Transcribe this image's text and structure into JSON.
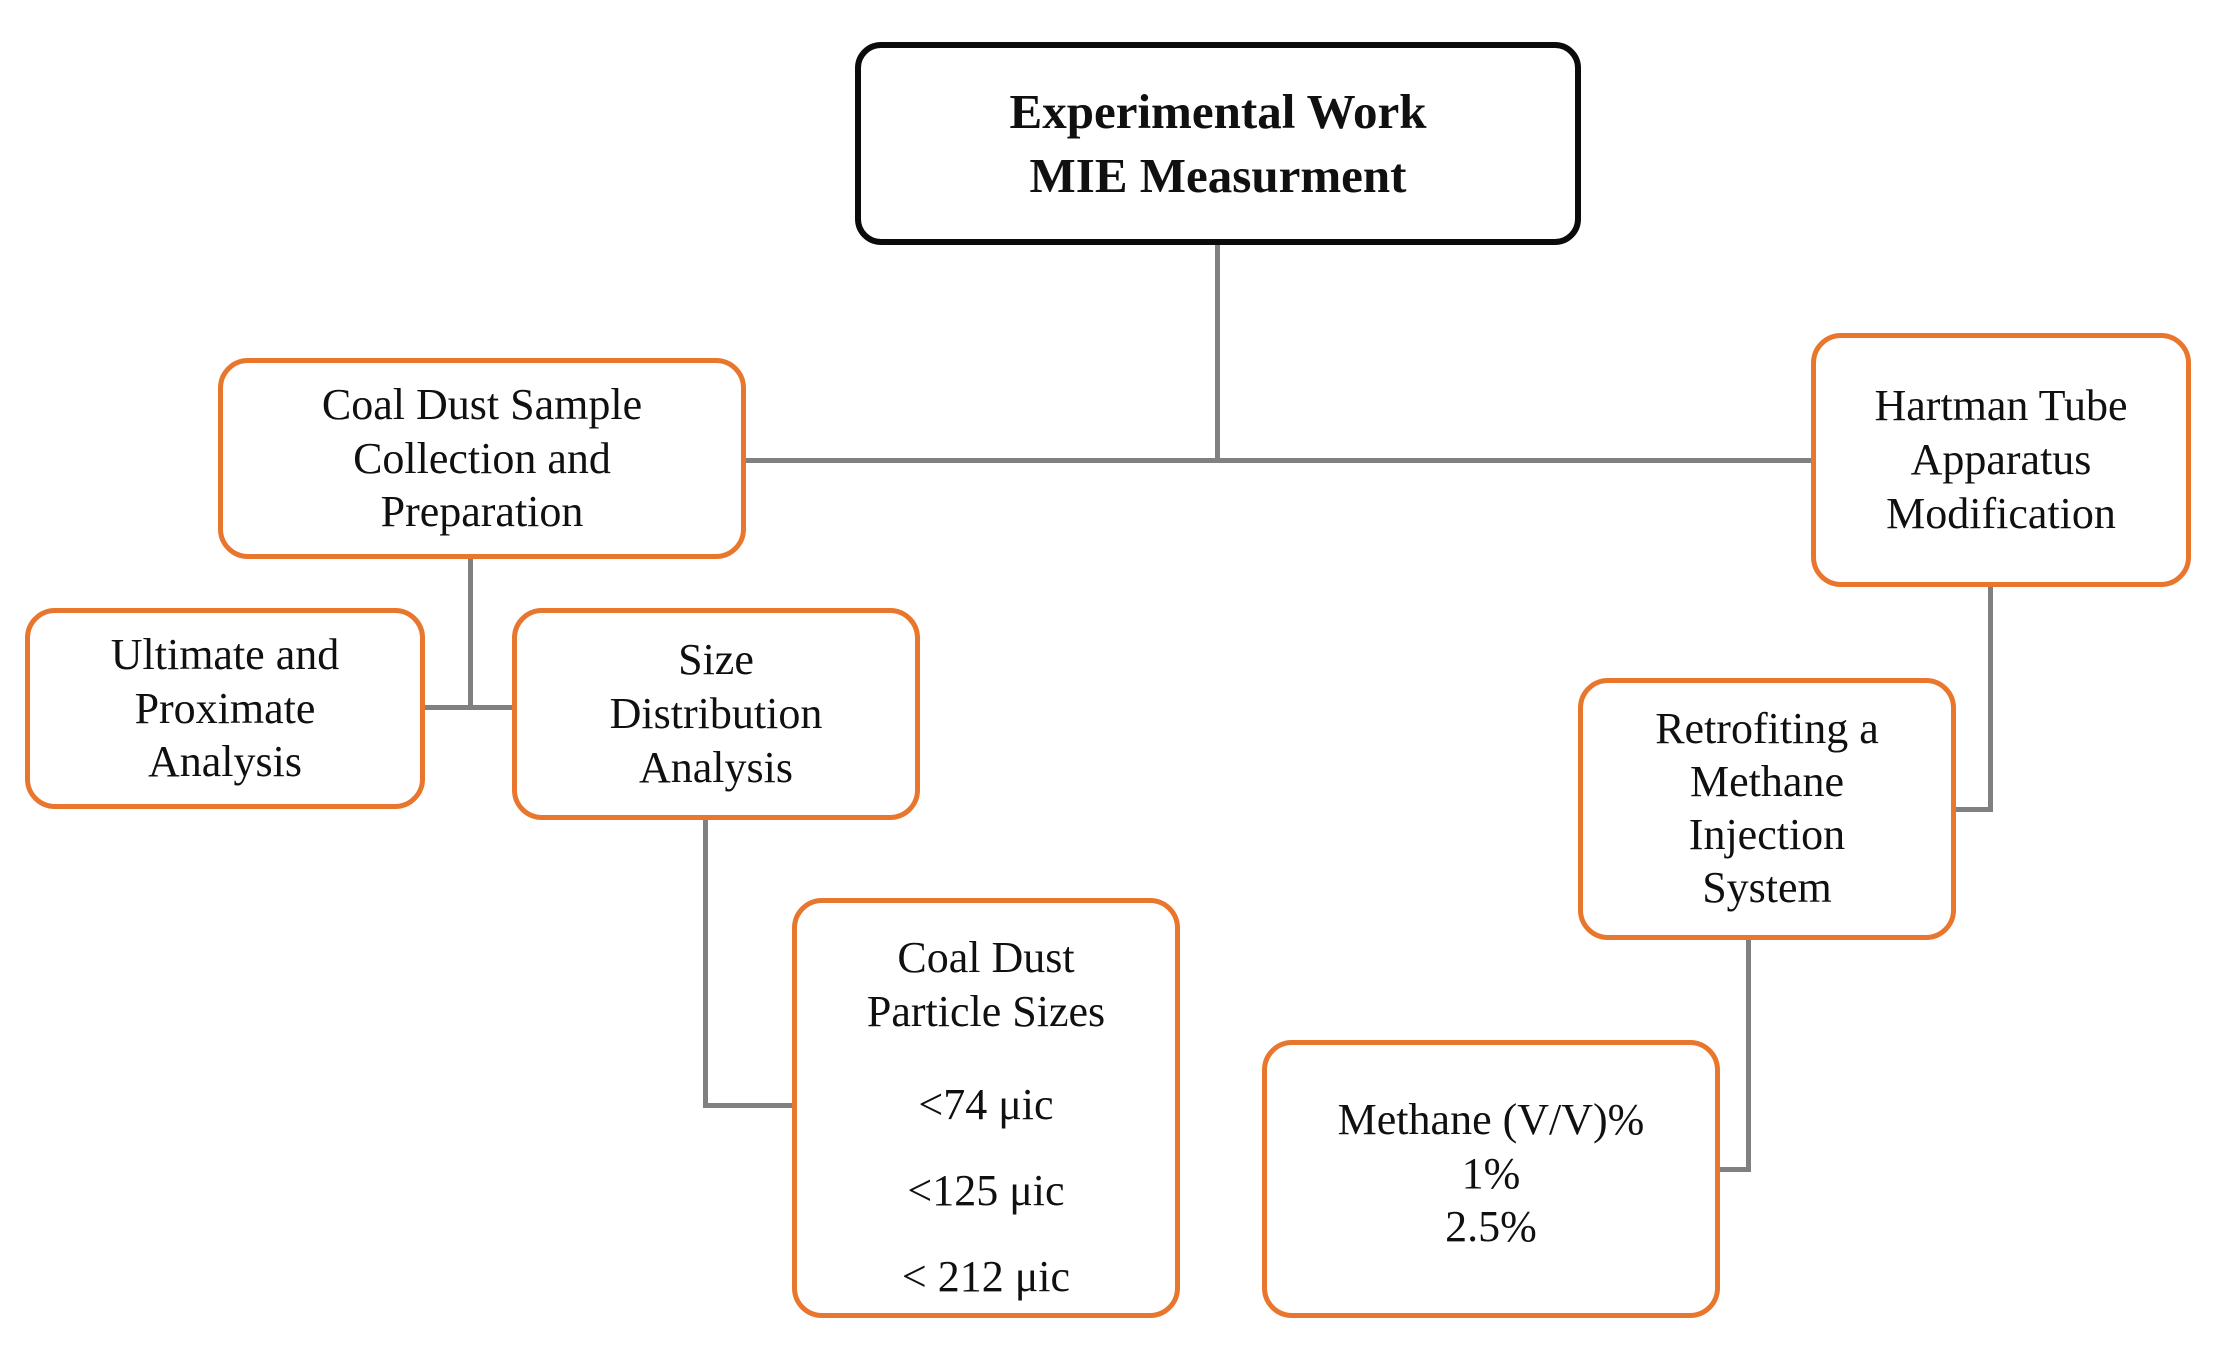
{
  "diagram": {
    "title": "Experimental Work MIE Measurment flowchart",
    "colors": {
      "root_border": "#0b0b0b",
      "node_border": "#E8762C",
      "connector": "#808080",
      "text": "#101010",
      "background": "#ffffff"
    }
  },
  "nodes": {
    "root": {
      "line1": "Experimental Work",
      "line2": "MIE Measurment"
    },
    "coal_dust_sample": {
      "line1": "Coal Dust Sample",
      "line2": "Collection and",
      "line3": "Preparation"
    },
    "hartman_tube": {
      "line1": "Hartman Tube",
      "line2": "Apparatus",
      "line3": "Modification"
    },
    "ultimate_proximate": {
      "line1": "Ultimate and",
      "line2": "Proximate",
      "line3": "Analysis"
    },
    "size_distribution": {
      "line1": "Size",
      "line2": "Distribution",
      "line3": "Analysis"
    },
    "retrofitting_methane": {
      "line1": "Retrofiting a",
      "line2": "Methane",
      "line3": "Injection",
      "line4": "System"
    },
    "particle_sizes": {
      "line1": "Coal Dust",
      "line2": "Particle Sizes",
      "size1": "<74 μic",
      "size2": "<125 μic",
      "size3": "< 212 μic"
    },
    "methane_concentrations": {
      "line1": "Methane (V/V)%",
      "value1": "1%",
      "value2": "2.5%"
    }
  }
}
